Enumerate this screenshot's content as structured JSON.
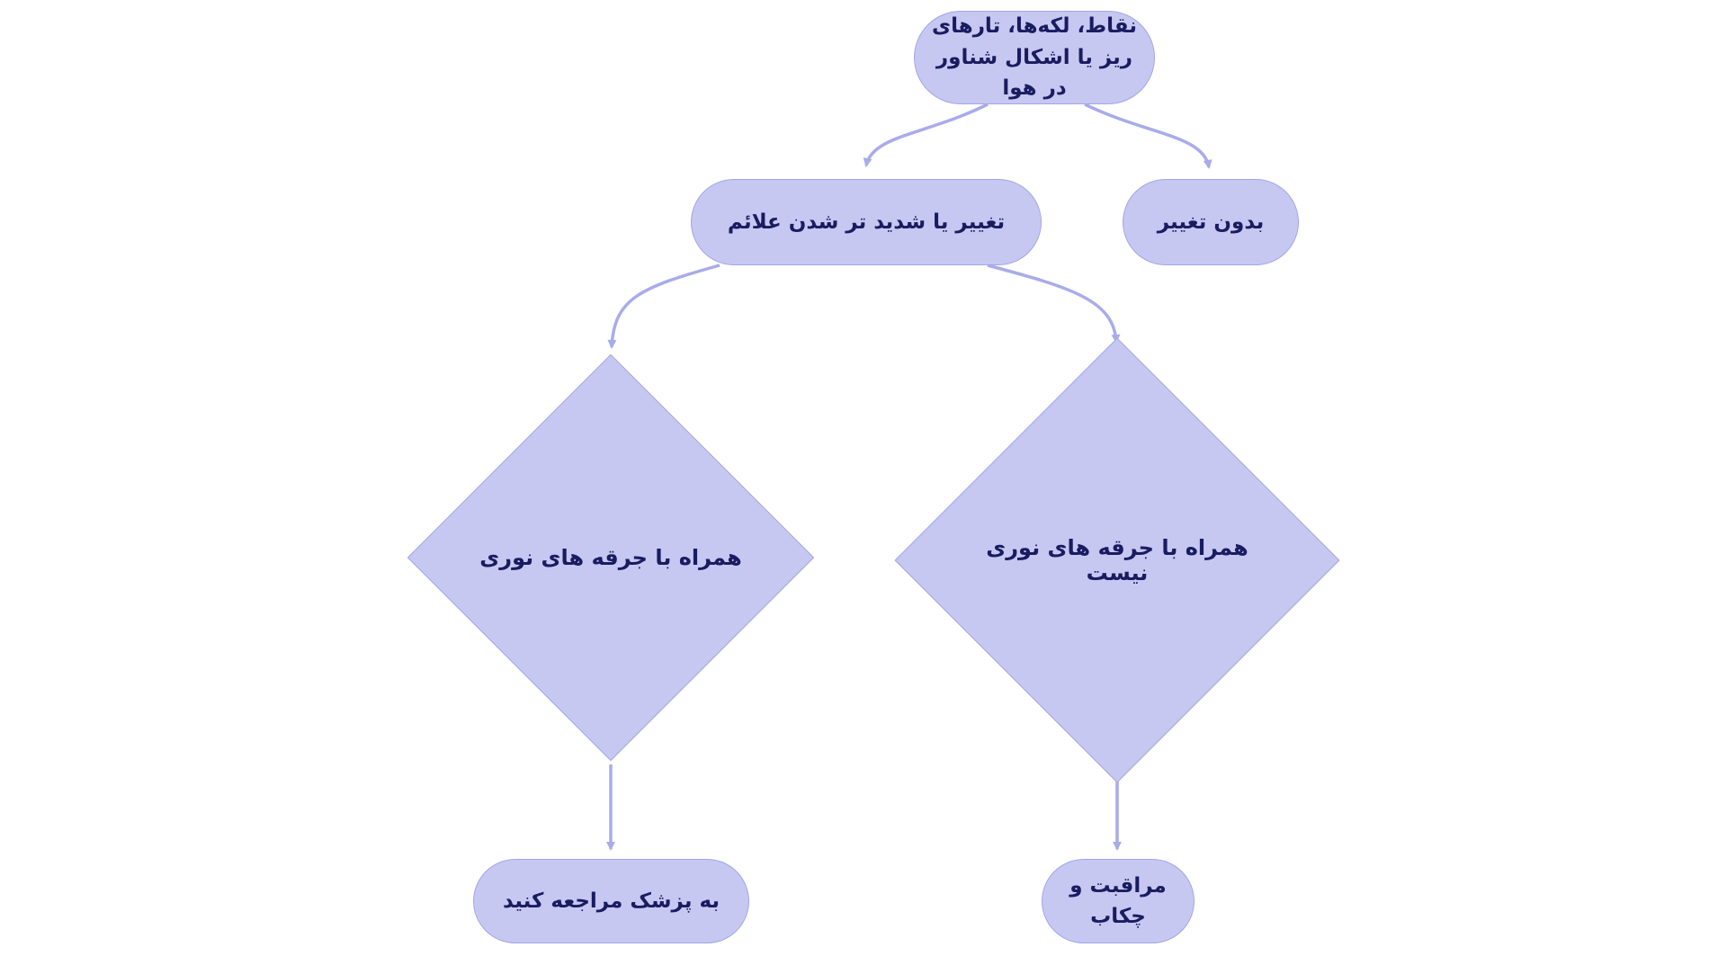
{
  "flowchart": {
    "title": "floaters-decision-flowchart",
    "nodes": {
      "root": {
        "label": "نقاط، لکه‌ها، تارهای ریز یا اشکال شناور در هوا",
        "shape": "stadium"
      },
      "changed": {
        "label": "تغییر یا شدید تر شدن علائم",
        "shape": "stadium"
      },
      "no_change": {
        "label": "بدون تغییر",
        "shape": "stadium"
      },
      "with_flashes": {
        "label": "همراه با جرقه های نوری",
        "shape": "diamond"
      },
      "without_flashes": {
        "label": "همراه با جرقه های نوری نیست",
        "shape": "diamond"
      },
      "see_doctor": {
        "label": "به پزشک مراجعه کنید",
        "shape": "stadium"
      },
      "care_checkup": {
        "label": "مراقبت و چکاب",
        "shape": "stadium"
      }
    },
    "edges": [
      {
        "from": "root",
        "to": "changed"
      },
      {
        "from": "root",
        "to": "no_change"
      },
      {
        "from": "changed",
        "to": "with_flashes"
      },
      {
        "from": "changed",
        "to": "without_flashes"
      },
      {
        "from": "with_flashes",
        "to": "see_doctor"
      },
      {
        "from": "without_flashes",
        "to": "care_checkup"
      }
    ],
    "colors": {
      "node_fill": "#c6c8f2",
      "node_border": "#a3a6e6",
      "text": "#1a1c61",
      "arrow": "#a9ace9",
      "background": "#ffffff"
    },
    "direction": "rtl"
  }
}
